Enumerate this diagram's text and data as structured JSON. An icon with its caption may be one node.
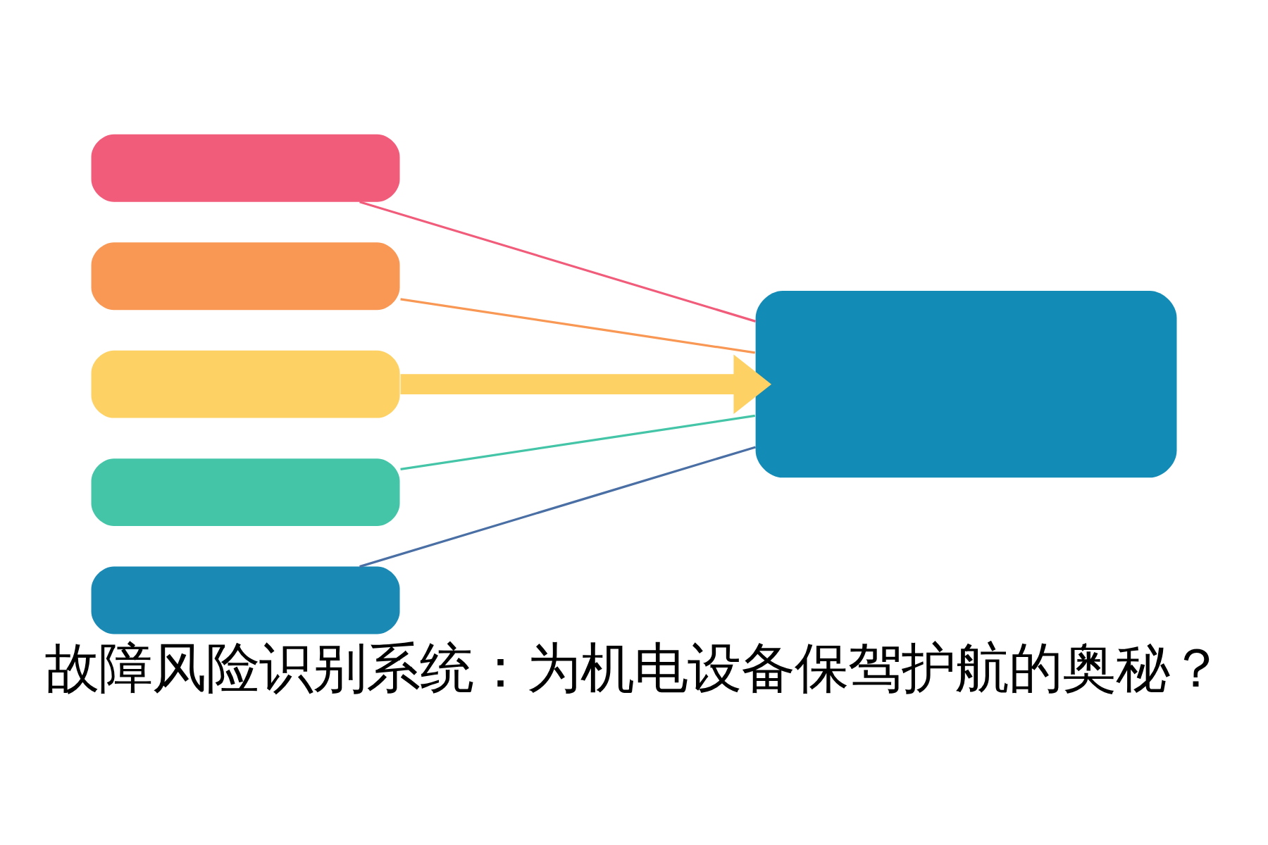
{
  "diagram": {
    "title": "故障风险识别系统：为机电设备保驾护航的奥秘？",
    "nodes": [
      {
        "text": [],
        "shape": "bar"
      },
      {
        "text": [],
        "shape": "bar"
      },
      {
        "text": [],
        "shape": "bar"
      },
      {
        "text": [],
        "shape": "bar"
      },
      {
        "text": [],
        "shape": "bar"
      },
      {
        "text": [],
        "shape": "box"
      }
    ],
    "edges": [
      {
        "from": 0,
        "to": 5,
        "arrow": "none",
        "color": "#f25c7b"
      },
      {
        "from": 1,
        "to": 5,
        "arrow": "none",
        "color": "#f99854"
      },
      {
        "from": 2,
        "to": 5,
        "arrow": "to",
        "style": "thick",
        "color": "#fdd163"
      },
      {
        "from": 3,
        "to": 5,
        "arrow": "none",
        "color": "#45c5a8"
      },
      {
        "from": 4,
        "to": 5,
        "arrow": "none",
        "color": "#4a6fa5"
      }
    ]
  }
}
